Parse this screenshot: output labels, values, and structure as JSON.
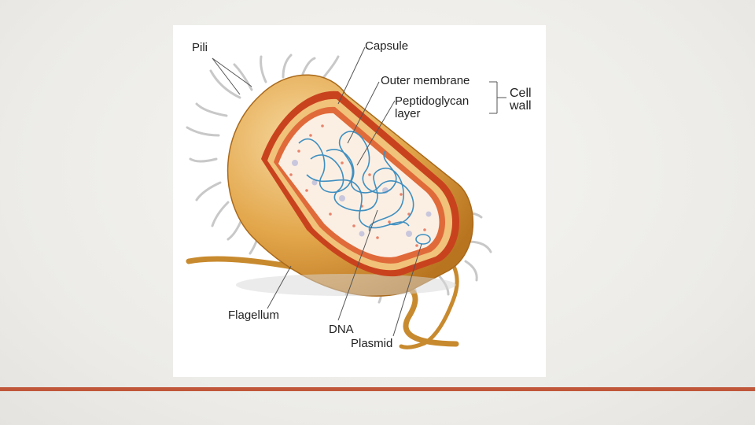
{
  "labels": {
    "pili": "Pili",
    "capsule": "Capsule",
    "outer_membrane": "Outer membrane",
    "peptidoglycan_1": "Peptidoglycan",
    "peptidoglycan_2": "layer",
    "cell_wall_1": "Cell",
    "cell_wall_2": "wall",
    "flagellum": "Flagellum",
    "dna": "DNA",
    "plasmid": "Plasmid"
  },
  "colors": {
    "slide_background": "#efedea",
    "accent_rule": "#c0573a",
    "capsule": "#d99a3a",
    "outer_membrane": "#c9421e",
    "cytoplasm": "#fbefe4",
    "dna": "#3f8fc0"
  }
}
